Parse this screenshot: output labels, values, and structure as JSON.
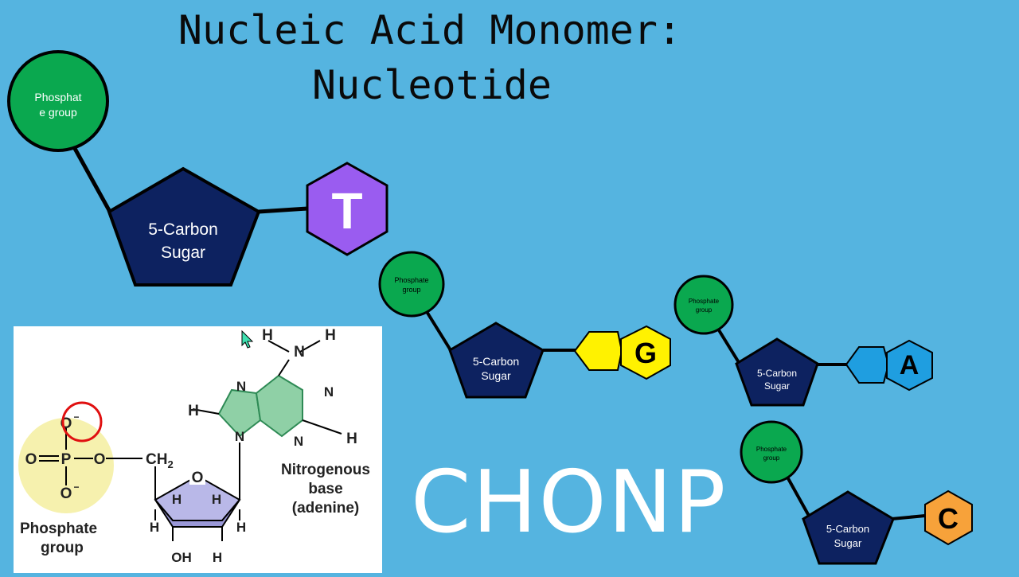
{
  "title": {
    "line1": "Nucleic Acid Monomer:",
    "line2": "Nucleotide"
  },
  "nucleotides": [
    {
      "phosphate_line1": "Phosphat",
      "phosphate_line2": "e group",
      "sugar_line1": "5-Carbon",
      "sugar_line2": "Sugar",
      "base_letter": "T",
      "base_color": "#9a5cf0"
    },
    {
      "phosphate_line1": "Phosphate",
      "phosphate_line2": "group",
      "sugar_line1": "5-Carbon",
      "sugar_line2": "Sugar",
      "base_letter": "G",
      "base_color": "#fff200"
    },
    {
      "phosphate_line1": "Phosphate",
      "phosphate_line2": "group",
      "sugar_line1": "5-Carbon",
      "sugar_line2": "Sugar",
      "base_letter": "A",
      "base_color": "#1f9ee0"
    },
    {
      "phosphate_line1": "Phosphate",
      "phosphate_line2": "group",
      "sugar_line1": "5-Carbon",
      "sugar_line2": "Sugar",
      "base_letter": "C",
      "base_color": "#f7a23a"
    }
  ],
  "colors": {
    "background": "#55b4e0",
    "phosphate": "#0aa84f",
    "sugar": "#0d2260"
  },
  "chonp": "CHONP",
  "structure": {
    "phosphate_o_top": "O",
    "phosphate_o_top_charge": "−",
    "phosphate_o_left": "O",
    "phosphate_p": "P",
    "phosphate_o_right": "O",
    "phosphate_o_bottom": "O",
    "phosphate_o_bottom_charge": "−",
    "ch2": "CH",
    "ch2_sub": "2",
    "ring_o": "O",
    "h": "H",
    "oh": "OH",
    "n": "N",
    "phosphate_label_line1": "Phosphate",
    "phosphate_label_line2": "group",
    "base_label_line1": "Nitrogenous",
    "base_label_line2": "base",
    "base_label_line3": "(adenine)"
  }
}
